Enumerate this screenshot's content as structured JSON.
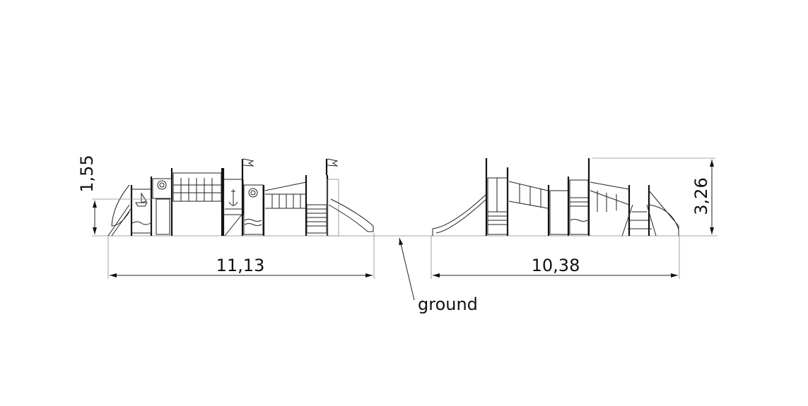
{
  "drawing": {
    "left_view": {
      "width_label": "11,13",
      "height_label": "1,55"
    },
    "right_view": {
      "width_label": "10,38",
      "height_label": "3,26"
    },
    "ground_label": "ground"
  },
  "colors": {
    "line": "#111111",
    "background": "#ffffff"
  }
}
